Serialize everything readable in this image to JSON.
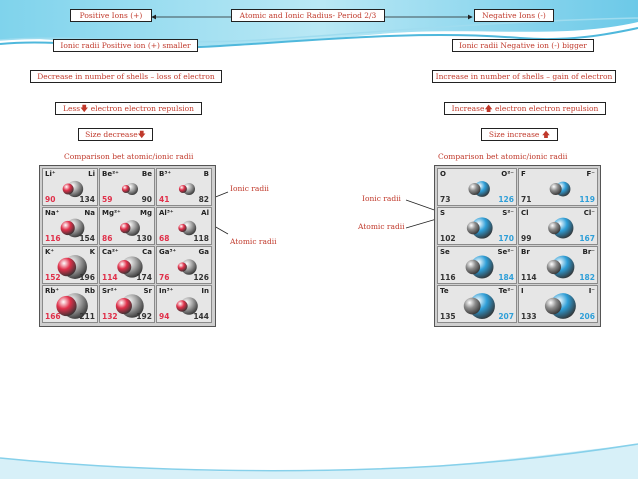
{
  "colors": {
    "accent": "#c0392b",
    "cation": "#e0304a",
    "anion": "#2f9fd8",
    "neutral": "#9a9a9a"
  },
  "top": {
    "left_title": "Positive Ions (+)",
    "center_title": "Atomic and Ionic  Radius- Period 2/3",
    "right_title": "Negative Ions (-)"
  },
  "left": {
    "radii_box": "Ionic radii Positive ion (+) smaller",
    "shells_box": "Decrease in number of shells – loss of electron",
    "repulsion_box": "Less electron electron repulsion",
    "size_box": "Size decrease",
    "comparison_caption": "Comparison bet atomic/ionic radii"
  },
  "right": {
    "radii_box": "Ionic radii Negative ion (-) bigger",
    "shells_box": "Increase in number of shells – gain of electron",
    "repulsion_box": "Increase electron electron repulsion",
    "size_box": "Size increase",
    "comparison_caption": "Comparison bet atomic/ionic radii"
  },
  "annotations": {
    "left_ionic": "Ionic radii",
    "left_atomic": "Atomic radii",
    "right_ionic": "Ionic radii",
    "right_atomic": "Atomic radii"
  },
  "cation_table": [
    [
      {
        "ion": "Li⁺",
        "atom": "Li",
        "ionic": "90",
        "atomic": "134"
      },
      {
        "ion": "Be²⁺",
        "atom": "Be",
        "ionic": "59",
        "atomic": "90"
      },
      {
        "ion": "B³⁺",
        "atom": "B",
        "ionic": "41",
        "atomic": "82"
      }
    ],
    [
      {
        "ion": "Na⁺",
        "atom": "Na",
        "ionic": "116",
        "atomic": "154"
      },
      {
        "ion": "Mg²⁺",
        "atom": "Mg",
        "ionic": "86",
        "atomic": "130"
      },
      {
        "ion": "Al³⁺",
        "atom": "Al",
        "ionic": "68",
        "atomic": "118"
      }
    ],
    [
      {
        "ion": "K⁺",
        "atom": "K",
        "ionic": "152",
        "atomic": "196"
      },
      {
        "ion": "Ca²⁺",
        "atom": "Ca",
        "ionic": "114",
        "atomic": "174"
      },
      {
        "ion": "Ga³⁺",
        "atom": "Ga",
        "ionic": "76",
        "atomic": "126"
      }
    ],
    [
      {
        "ion": "Rb⁺",
        "atom": "Rb",
        "ionic": "166",
        "atomic": "211"
      },
      {
        "ion": "Sr²⁺",
        "atom": "Sr",
        "ionic": "132",
        "atomic": "192"
      },
      {
        "ion": "In³⁺",
        "atom": "In",
        "ionic": "94",
        "atomic": "144"
      }
    ]
  ],
  "anion_table": [
    [
      {
        "atom": "O",
        "ion": "O²⁻",
        "atomic": "73",
        "ionic": "126"
      },
      {
        "atom": "F",
        "ion": "F⁻",
        "atomic": "71",
        "ionic": "119"
      }
    ],
    [
      {
        "atom": "S",
        "ion": "S²⁻",
        "atomic": "102",
        "ionic": "170"
      },
      {
        "atom": "Cl",
        "ion": "Cl⁻",
        "atomic": "99",
        "ionic": "167"
      }
    ],
    [
      {
        "atom": "Se",
        "ion": "Se²⁻",
        "atomic": "116",
        "ionic": "184"
      },
      {
        "atom": "Br",
        "ion": "Br⁻",
        "atomic": "114",
        "ionic": "182"
      }
    ],
    [
      {
        "atom": "Te",
        "ion": "Te²⁻",
        "atomic": "135",
        "ionic": "207"
      },
      {
        "atom": "I",
        "ion": "I⁻",
        "atomic": "133",
        "ionic": "206"
      }
    ]
  ]
}
